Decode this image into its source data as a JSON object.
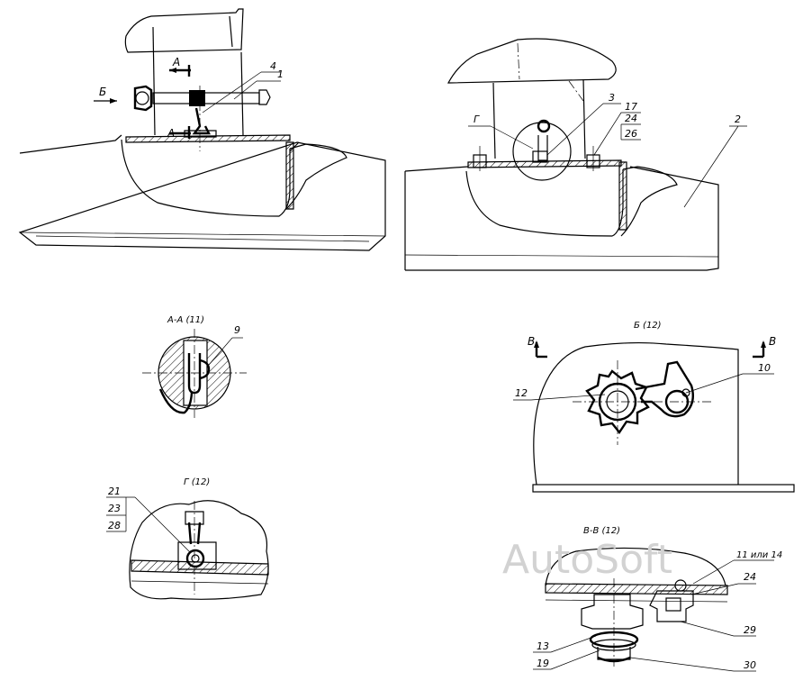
{
  "watermark": "AutoSoft",
  "views": {
    "aa": {
      "title": "А-А (11)"
    },
    "b": {
      "title": "Б (12)"
    },
    "g": {
      "title": "Г (12)"
    },
    "vv": {
      "title": "В-В (12)"
    }
  },
  "markers": {
    "section_a": "А",
    "view_b": "Б",
    "view_g": "Г",
    "section_v": "В"
  },
  "callouts": {
    "c1": "1",
    "c2": "2",
    "c3": "3",
    "c4": "4",
    "c9": "9",
    "c10": "10",
    "c12": "12",
    "c13": "13",
    "c17": "17",
    "c19": "19",
    "c21": "21",
    "c23": "23",
    "c24": "24",
    "c26": "26",
    "c28": "28",
    "c29": "29",
    "c30": "30",
    "c11_14": "11 или 14"
  }
}
